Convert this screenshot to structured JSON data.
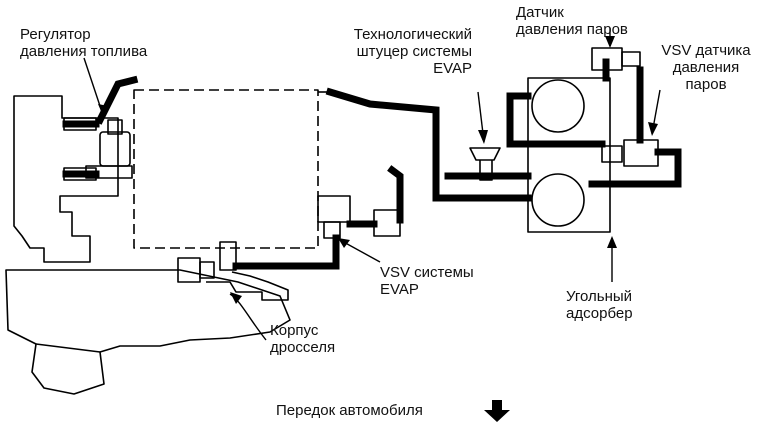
{
  "labels": {
    "fuel_regulator": [
      "Регулятор",
      "давления топлива"
    ],
    "evap_port": [
      "Технологический",
      "штуцер системы",
      "EVAP"
    ],
    "vapor_sensor": [
      "Датчик",
      "давления паров"
    ],
    "vsv_sensor": [
      "VSV датчика",
      "давления",
      "паров"
    ],
    "vsv_evap": [
      "VSV  системы",
      "EVAP"
    ],
    "charcoal": [
      "Угольный",
      "адсорбер"
    ],
    "throttle": [
      "Корпус",
      "дросселя"
    ],
    "front": "Передок автомобиля"
  },
  "icons": {
    "front_arrow": "down-arrow-icon"
  }
}
